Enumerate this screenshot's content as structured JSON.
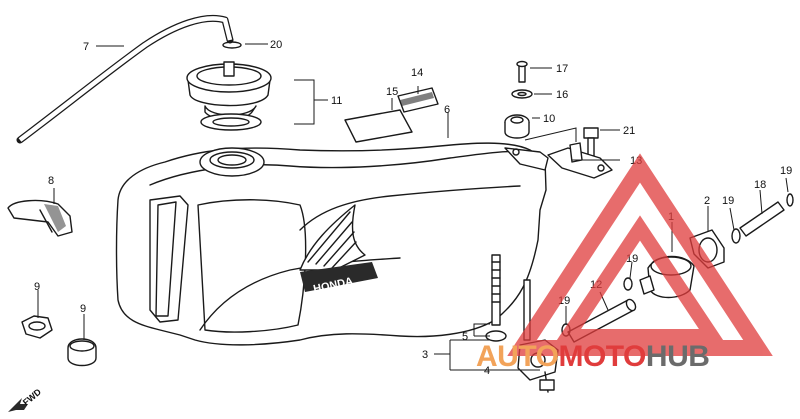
{
  "diagram": {
    "callouts": {
      "c1": "1",
      "c2": "2",
      "c3": "3",
      "c4": "4",
      "c5": "5",
      "c6": "6",
      "c7": "7",
      "c8": "8",
      "c9a": "9",
      "c9b": "9",
      "c10": "10",
      "c11": "11",
      "c12": "12",
      "c13": "13",
      "c14": "14",
      "c15": "15",
      "c16": "16",
      "c17": "17",
      "c18": "18",
      "c19a": "19",
      "c19b": "19",
      "c19c": "19",
      "c19d": "19",
      "c20": "20",
      "c21": "21"
    },
    "tank_emblem_text": "HONDA",
    "fwd_label": "FWD"
  },
  "watermark": {
    "part1": "AUTO",
    "part2": "MOTO",
    "part3": "HUB",
    "colors": {
      "red": "#e03c3c",
      "orange": "#f2a35a",
      "gray": "#6b6b6b"
    }
  }
}
